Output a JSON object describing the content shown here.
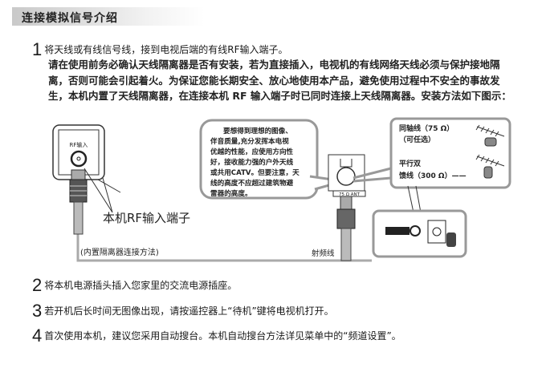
{
  "title": "连接模拟信号介绍",
  "steps": [
    {
      "num": "1",
      "text": "将天线或有线信号线，接到电视后端的有线RF输入端子。"
    },
    {
      "num": "2",
      "text": "将本机电源插头插入您家里的交流电源插座。"
    },
    {
      "num": "3",
      "text": "若开机后长时间无图像出现，请按遥控器上“待机”键将电视机打开。"
    },
    {
      "num": "4",
      "text": "首次使用本机，建议您采用自动搜台。本机自动搜台方法详见菜单中的“频道设置”。"
    }
  ],
  "warning": "请在使用前务必确认天线隔离器是否有安装，若为直接插入，电视机的有线网络天线必须与保护接地隔离，否则可能会引起着火。为保证您能长期安全、放心地使用本产品，避免使用过程中不安全的事故发生，本机内置了天线隔离器，在连接本机 RF 输入端子时已同时连接上天线隔离器。安装方法如下图示：",
  "diagram": {
    "rf_label": "RF输入",
    "terminal_label": "本机RF输入端子",
    "method_label": "(内置隔离器连接方法)",
    "cable_label": "射频线",
    "plate_label": "75 Ω ANT",
    "bubble_lines": [
      "要想得到理想的图像、",
      "伴音质量,充分发挥本电视",
      "优越的性能，应使用方向性",
      "好，接收能力强的户外天线",
      "或共用CATV。但要注意，天",
      "线的高度不应超过建筑物避",
      "雷器的高度。"
    ],
    "coax": "同轴线（75 Ω）",
    "optional": "（可任选）",
    "parallel1": "平行双",
    "parallel2": "馈线（300 Ω）——"
  }
}
